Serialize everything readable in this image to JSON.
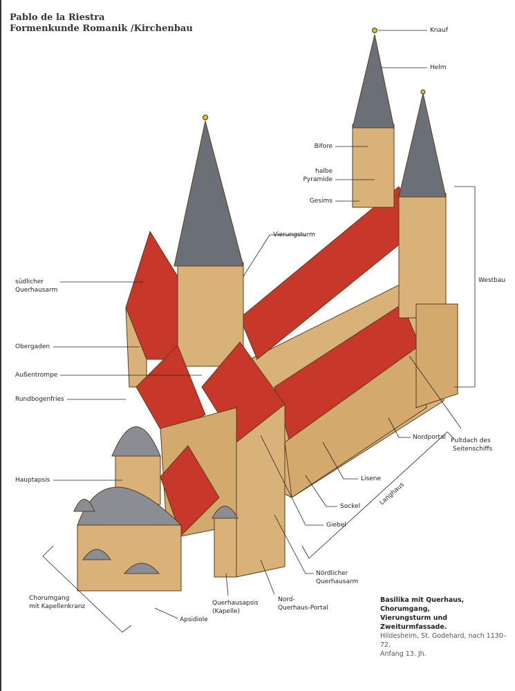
{
  "header": {
    "author": "Pablo de la Riestra",
    "title": "Formenkunde Romanik /Kirchenbau"
  },
  "labels": {
    "knauf": "Knauf",
    "helm": "Helm",
    "bifore": "Bifore",
    "halbe_pyramide_1": "halbe",
    "halbe_pyramide_2": "Pyramide",
    "gesims": "Gesims",
    "vierungsturm": "Vierungsturm",
    "westbau": "Westbau",
    "suedlicher_querhausarm_1": "südlicher",
    "suedlicher_querhausarm_2": "Querhausarm",
    "obergaden": "Obergaden",
    "aussentrompe": "Außentrompe",
    "rundbogenfries": "Rundbogenfries",
    "hauptapsis": "Hauptapsis",
    "nordportal": "Nordportal",
    "pultdach_1": "Pultdach des",
    "pultdach_2": "Seitenschiffs",
    "lisene": "Lisene",
    "sockel": "Sockel",
    "giebel": "Giebel",
    "langhaus": "Langhaus",
    "noerdlicher_querhausarm_1": "Nördlicher",
    "noerdlicher_querhausarm_2": "Querhausarm",
    "nord_querhaus_portal_1": "Nord-",
    "nord_querhaus_portal_2": "Querhaus-Portal",
    "querhausapsis_1": "Querhausapsis",
    "querhausapsis_2": "(Kapelle)",
    "chorumgang_1": "Chorumgang",
    "chorumgang_2": "mit Kapellenkranz",
    "apsidiole": "Apsidiole"
  },
  "caption": {
    "line1": "Basilika mit Querhaus, Chorumgang,",
    "line2": "Vierungsturm und Zweiturmfassade.",
    "line3": "Hildesheim, St. Godehard, nach 1130–72,",
    "line4": "Anfang 13. Jh."
  },
  "colors": {
    "roof": "#c8382a",
    "stone": "#d9b27a",
    "slate": "#6b7078",
    "gold": "#d8c02a"
  }
}
